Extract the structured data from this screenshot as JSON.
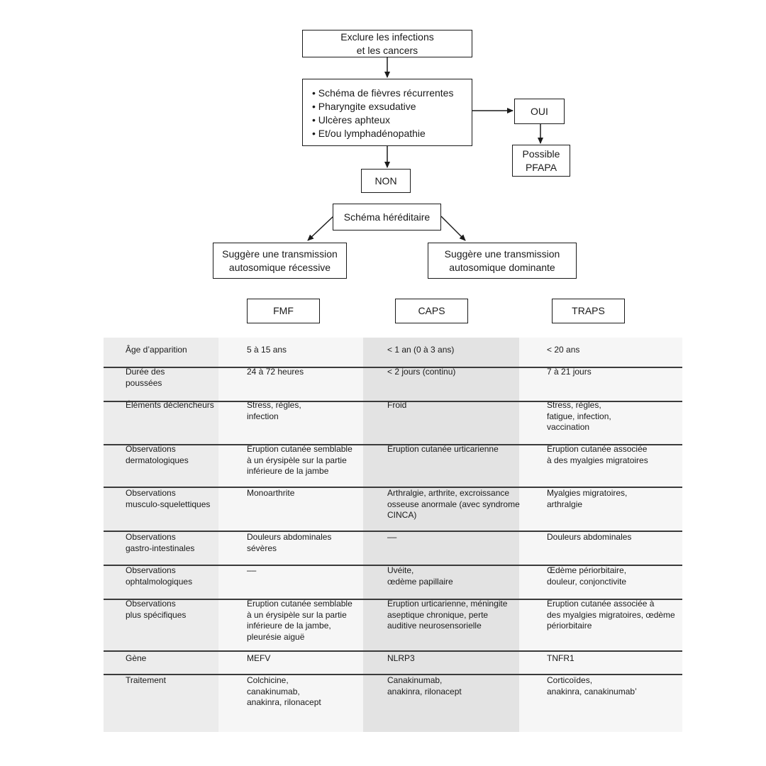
{
  "flow": {
    "top_lines": [
      "Exclure les infections",
      "et les cancers"
    ],
    "criteria": [
      "Schéma de fièvres récurrentes",
      "Pharyngite exsudative",
      "Ulcères aphteux",
      "Et/ou lymphadénopathie"
    ],
    "yes": "OUI",
    "yes_result_lines": [
      "Possible",
      "PFAPA"
    ],
    "no": "NON",
    "hereditary": "Schéma héréditaire",
    "recessive_lines": [
      "Suggère une transmission",
      "autosomique récessive"
    ],
    "dominant_lines": [
      "Suggère une transmission",
      "autosomique dominante"
    ]
  },
  "headers": [
    "FMF",
    "CAPS",
    "TRAPS"
  ],
  "table": {
    "colors": {
      "label_col": "#ececec",
      "fmf_col": "#f6f6f6",
      "caps_col": "#e3e3e3",
      "traps_col": "#f6f6f6",
      "rule": "#3a3a3a"
    },
    "rows": [
      {
        "label": [
          "Âge d’apparition"
        ],
        "fmf": [
          "5 à 15 ans"
        ],
        "caps": [
          "< 1 an (0 à 3 ans)"
        ],
        "traps": [
          "< 20 ans"
        ]
      },
      {
        "label": [
          "Durée des",
          "poussées"
        ],
        "fmf": [
          "24 à 72 heures"
        ],
        "caps": [
          "< 2 jours (continu)"
        ],
        "traps": [
          "7 à 21 jours"
        ]
      },
      {
        "label": [
          "Éléments déclencheurs"
        ],
        "fmf": [
          "Stress, règles,",
          "infection"
        ],
        "caps": [
          "Froid"
        ],
        "traps": [
          "Stress, règles,",
          "fatigue, infection,",
          "vaccination"
        ]
      },
      {
        "label": [
          "Observations",
          "dermatologiques"
        ],
        "fmf": [
          "Éruption cutanée semblable",
          "à un érysipèle sur la partie",
          "inférieure de la jambe"
        ],
        "caps": [
          "Éruption cutanée urticarienne"
        ],
        "traps": [
          "Éruption cutanée associée",
          "à des myalgies migratoires"
        ]
      },
      {
        "label": [
          "Observations",
          "musculo-squelettiques"
        ],
        "fmf": [
          "Monoarthrite"
        ],
        "caps": [
          "Arthralgie, arthrite, excroissance",
          "osseuse anormale (avec syndrome",
          "CINCA)"
        ],
        "traps": [
          "Myalgies migratoires,",
          "arthralgie"
        ]
      },
      {
        "label": [
          "Observations",
          "gastro-intestinales"
        ],
        "fmf": [
          "Douleurs abdominales",
          "sévères"
        ],
        "caps": [
          "––"
        ],
        "traps": [
          "Douleurs abdominales"
        ]
      },
      {
        "label": [
          "Observations",
          "ophtalmologiques"
        ],
        "fmf": [
          "––"
        ],
        "caps": [
          "Uvéite,",
          "œdème papillaire"
        ],
        "traps": [
          "Œdème périorbitaire,",
          "douleur, conjonctivite"
        ]
      },
      {
        "label": [
          "Observations",
          "plus spécifiques"
        ],
        "fmf": [
          "Éruption cutanée semblable",
          "à un érysipèle sur la partie",
          "inférieure de la jambe,",
          "pleurésie aiguë"
        ],
        "caps": [
          "Éruption urticarienne, méningite",
          "aseptique chronique, perte",
          "auditive neurosensorielle"
        ],
        "traps": [
          "Éruption cutanée associée à",
          "des myalgies migratoires, œdème",
          "périorbitaire"
        ]
      },
      {
        "label": [
          "Gène"
        ],
        "fmf": [
          "MEFV"
        ],
        "caps": [
          "NLRP3"
        ],
        "traps": [
          "TNFR1"
        ]
      },
      {
        "label": [
          "Traitement"
        ],
        "fmf": [
          "Colchicine,",
          "canakinumab,",
          "anakinra, rilonacept"
        ],
        "caps": [
          "Canakinumab,",
          "anakinra, rilonacept"
        ],
        "traps": [
          "Corticoïdes,",
          "anakinra, canakinumab’"
        ]
      }
    ]
  }
}
